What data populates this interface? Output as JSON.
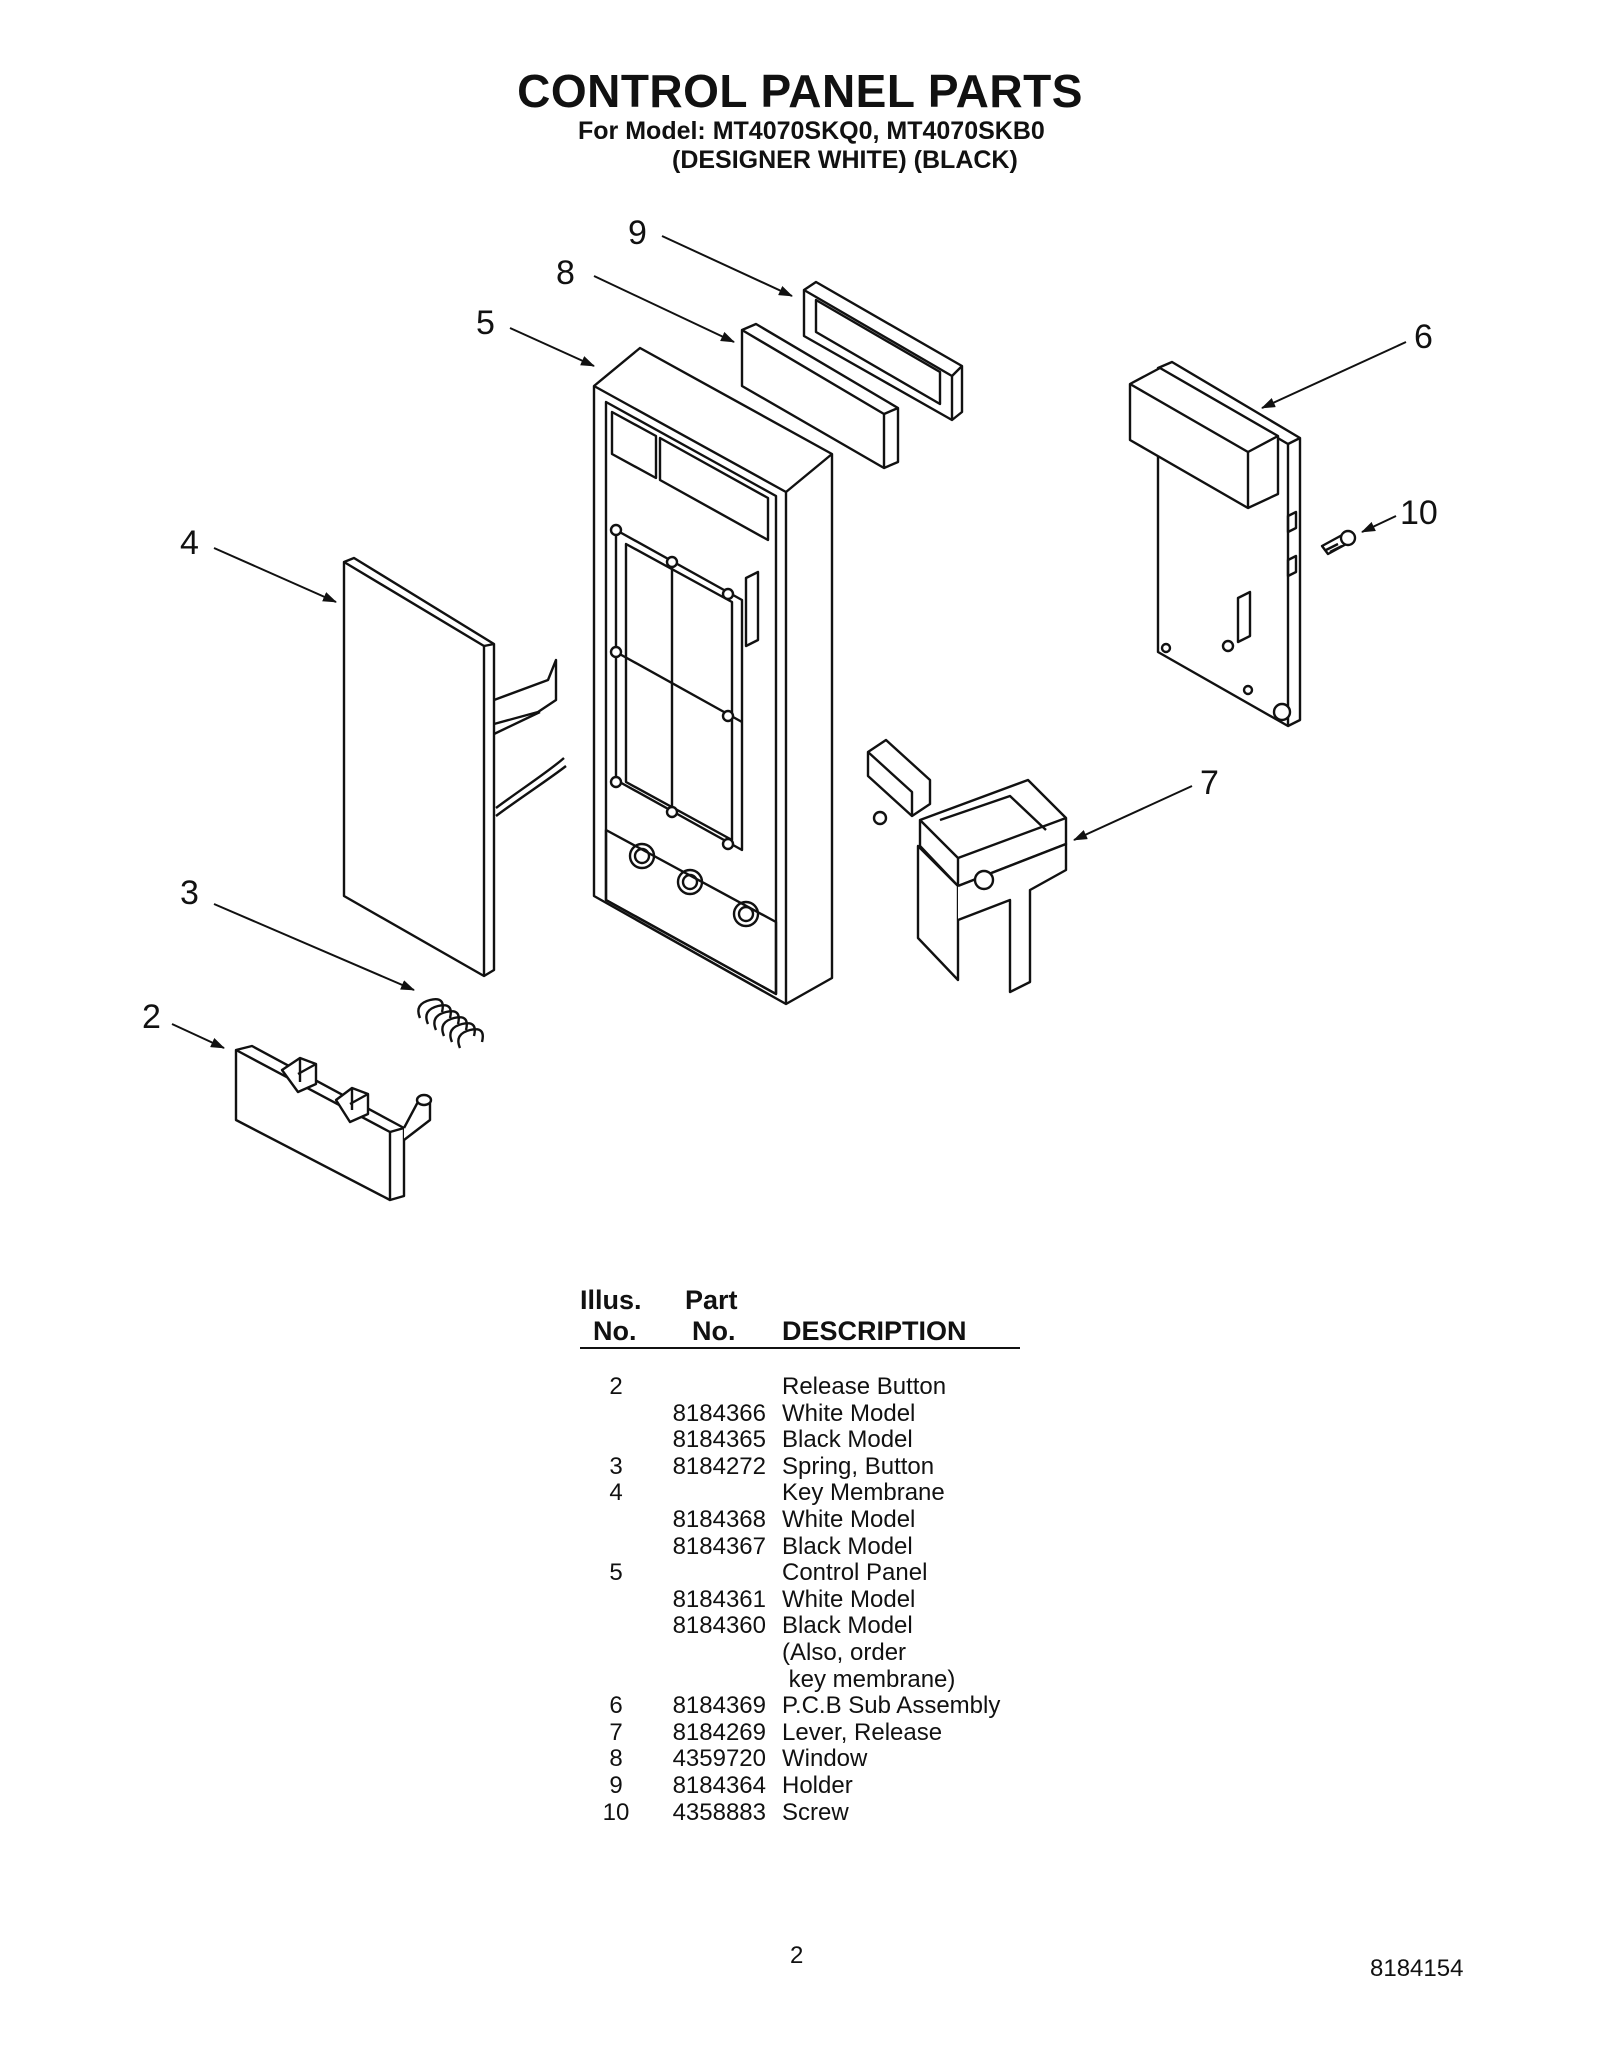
{
  "header": {
    "title": "CONTROL PANEL PARTS",
    "model_line": "For Model: MT4070SKQ0, MT4070SKB0",
    "color_line": "(DESIGNER WHITE) (BLACK)"
  },
  "diagram": {
    "callouts": [
      "9",
      "8",
      "5",
      "6",
      "10",
      "4",
      "7",
      "3",
      "2"
    ]
  },
  "table": {
    "headers": {
      "illus_line1": "Illus.",
      "illus_line2": "No.",
      "part_line1": "Part",
      "part_line2": "No.",
      "description": "DESCRIPTION"
    },
    "rows": [
      {
        "illus": "2",
        "part": "",
        "desc": "Release Button"
      },
      {
        "illus": "",
        "part": "8184366",
        "desc": "White Model"
      },
      {
        "illus": "",
        "part": "8184365",
        "desc": "Black Model"
      },
      {
        "illus": "3",
        "part": "8184272",
        "desc": "Spring, Button"
      },
      {
        "illus": "4",
        "part": "",
        "desc": "Key Membrane"
      },
      {
        "illus": "",
        "part": "8184368",
        "desc": "White Model"
      },
      {
        "illus": "",
        "part": "8184367",
        "desc": "Black Model"
      },
      {
        "illus": "5",
        "part": "",
        "desc": "Control Panel"
      },
      {
        "illus": "",
        "part": "8184361",
        "desc": "White Model"
      },
      {
        "illus": "",
        "part": "8184360",
        "desc": "Black Model"
      },
      {
        "illus": "",
        "part": "",
        "desc": "(Also, order"
      },
      {
        "illus": "",
        "part": "",
        "desc": " key membrane)"
      },
      {
        "illus": "6",
        "part": "8184369",
        "desc": "P.C.B Sub Assembly"
      },
      {
        "illus": "7",
        "part": "8184269",
        "desc": "Lever, Release"
      },
      {
        "illus": "8",
        "part": "4359720",
        "desc": "Window"
      },
      {
        "illus": "9",
        "part": "8184364",
        "desc": "Holder"
      },
      {
        "illus": "10",
        "part": "4358883",
        "desc": "Screw"
      }
    ]
  },
  "footer": {
    "page_number": "2",
    "document_number": "8184154"
  }
}
